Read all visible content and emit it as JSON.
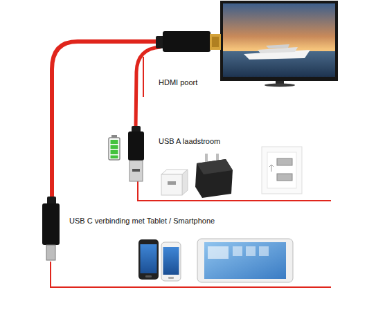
{
  "diagram": {
    "labels": [
      "HDMI poort",
      "USB A laadstroom",
      "USB C verbinding met Tablet / Smartphone"
    ]
  }
}
